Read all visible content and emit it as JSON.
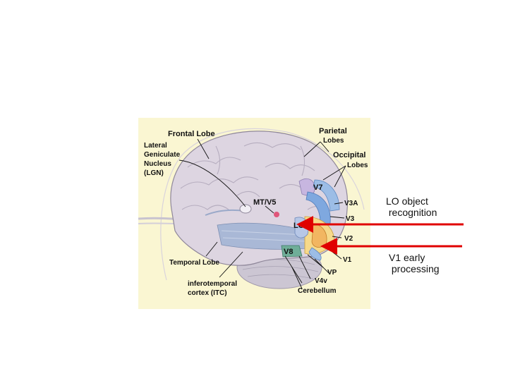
{
  "figure": {
    "labels": {
      "frontal_lobe": "Frontal Lobe",
      "parietal_1": "Parietal",
      "parietal_2": "Lobes",
      "occipital_1": "Occipital",
      "occipital_2": "Lobes",
      "lgn_1": "Lateral",
      "lgn_2": "Geniculate",
      "lgn_3": "Nucleus",
      "lgn_4": "(LGN)",
      "mt_v5": "MT/V5",
      "v7": "V7",
      "v3a": "V3A",
      "v3": "V3",
      "lo": "LO",
      "v2": "V2",
      "v8": "V8",
      "v1": "V1",
      "vp": "VP",
      "v4v": "V4v",
      "temporal_lobe": "Temporal Lobe",
      "itc_1": "inferotemporal",
      "itc_2": "cortex (ITC)",
      "cerebellum": "Cerebellum"
    },
    "colors": {
      "background": "#faf6d2",
      "brain": "#ddd5e1",
      "temporal_blue": "#a9b8d6",
      "v1_orange": "#f2b661",
      "v2_yellow": "#f6d98a",
      "v3_blue": "#7fa8df",
      "v7_purple": "#c7b6e0",
      "v8_green": "#6fae98",
      "mt_pink": "#e0567a"
    }
  },
  "annotations": {
    "lo_note": "LO object\n recognition",
    "v1_note": "V1 early\n processing",
    "arrow_color": "#e00000"
  }
}
